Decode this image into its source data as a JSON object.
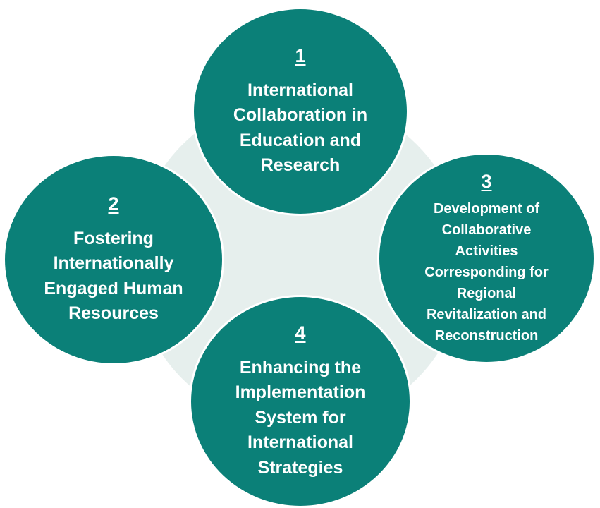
{
  "diagram": {
    "colors": {
      "node_fill": "#0b8078",
      "node_text": "#ffffff",
      "background_circle": "#e6efed"
    },
    "nodes": [
      {
        "number": "1",
        "label": "International Collaboration in Education and Research"
      },
      {
        "number": "2",
        "label": "Fostering Internationally Engaged Human Resources"
      },
      {
        "number": "3",
        "label": "Development of Collaborative Activities Corresponding for Regional Revitalization and Reconstruction"
      },
      {
        "number": "4",
        "label": "Enhancing the Implementation System for International Strategies"
      }
    ]
  }
}
